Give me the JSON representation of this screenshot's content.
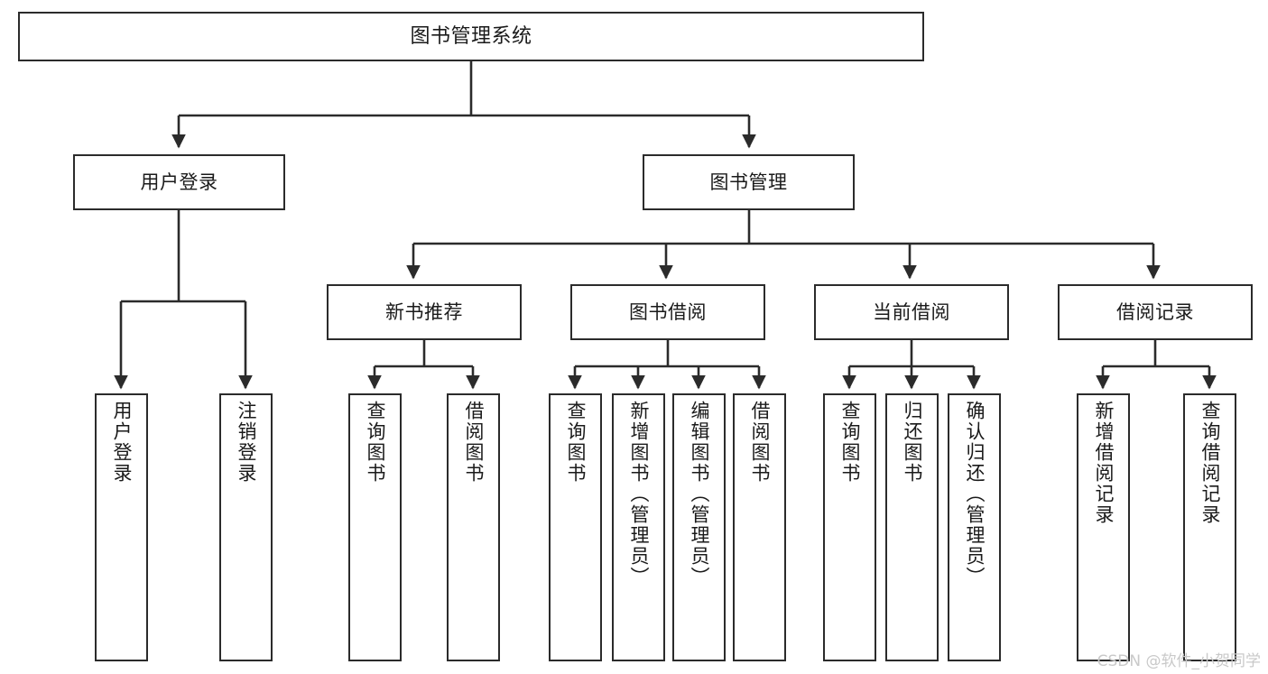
{
  "diagram": {
    "title": "图书管理系统",
    "type": "tree-hierarchy",
    "watermark": "CSDN @软件_小贺同学",
    "colors": {
      "border": "#2b2b2b",
      "background": "#ffffff",
      "text": "#1a1a1a",
      "watermark": "#c9c9c9"
    },
    "levels": {
      "root": "图书管理系统",
      "level2": [
        "用户登录",
        "图书管理"
      ],
      "level3": [
        "新书推荐",
        "图书借阅",
        "当前借阅",
        "借阅记录"
      ]
    },
    "nodes": {
      "root": {
        "label": "图书管理系统"
      },
      "user_login": {
        "label": "用户登录"
      },
      "book_manage": {
        "label": "图书管理"
      },
      "new_book_rec": {
        "label": "新书推荐"
      },
      "book_borrow": {
        "label": "图书借阅"
      },
      "current_borrow": {
        "label": "当前借阅"
      },
      "borrow_record": {
        "label": "借阅记录"
      },
      "leaf_user_login": {
        "label": "用户登录"
      },
      "leaf_logout": {
        "label": "注销登录"
      },
      "leaf_query_book_1": {
        "label": "查询图书"
      },
      "leaf_borrow_book_1": {
        "label": "借阅图书"
      },
      "leaf_query_book_2": {
        "label": "查询图书"
      },
      "leaf_add_book_admin": {
        "label": "新增图书（管理员）"
      },
      "leaf_edit_book_admin": {
        "label": "编辑图书（管理员）"
      },
      "leaf_borrow_book_2": {
        "label": "借阅图书"
      },
      "leaf_query_book_3": {
        "label": "查询图书"
      },
      "leaf_return_book": {
        "label": "归还图书"
      },
      "leaf_confirm_return_admin": {
        "label": "确认归还（管理员）"
      },
      "leaf_add_record": {
        "label": "新增借阅记录"
      },
      "leaf_query_record": {
        "label": "查询借阅记录"
      }
    }
  }
}
